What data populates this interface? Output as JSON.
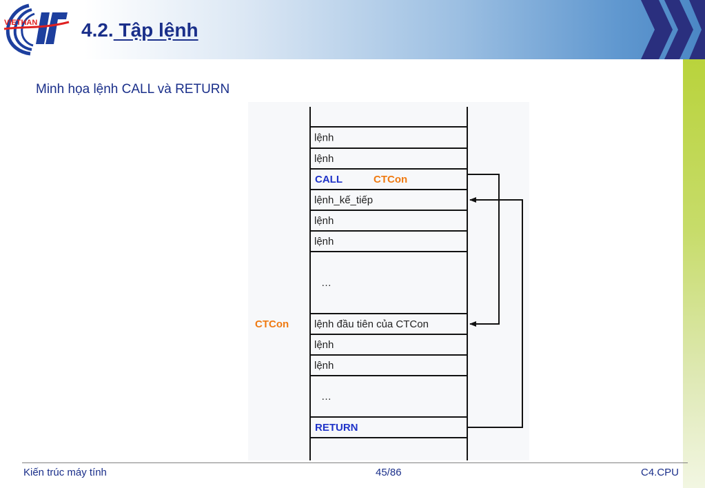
{
  "header": {
    "title_number": "4.2.",
    "title_text": " Tập lệnh",
    "logo_text": "VIETHAN",
    "colors": {
      "title": "#1a2f8a",
      "chevron": "#2a2f7e",
      "logo_red": "#e02020",
      "logo_blue": "#1d3f9e"
    }
  },
  "subtitle": "Minh họa lệnh CALL và RETURN",
  "diagram": {
    "rows": [
      {
        "text": "lệnh"
      },
      {
        "text": "lệnh"
      },
      {
        "keyword": "CALL",
        "operand": "CTCon"
      },
      {
        "text": "lệnh_kế_tiếp"
      },
      {
        "text": "lệnh"
      },
      {
        "text": "lệnh"
      },
      {
        "text": "…"
      },
      {
        "text": "lệnh đầu tiên của CTCon",
        "side_label": "CTCon"
      },
      {
        "text": "lệnh"
      },
      {
        "text": "lệnh"
      },
      {
        "text": "…"
      },
      {
        "keyword": "RETURN"
      }
    ],
    "colors": {
      "keyword": "#1e32c8",
      "operand": "#ef7a12",
      "line": "#111111"
    }
  },
  "footer": {
    "left": "Kiến trúc máy tính",
    "center": "45/86",
    "right": "C4.CPU"
  }
}
